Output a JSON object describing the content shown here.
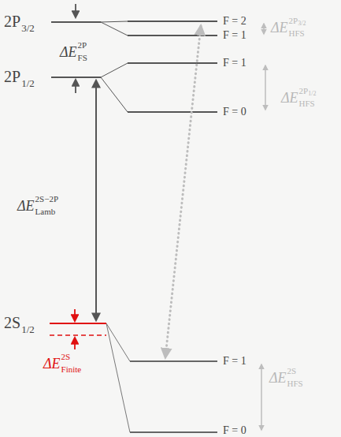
{
  "diagram": {
    "labels": [
      "2P",
      "3/2",
      "ΔE",
      "2P",
      "FS",
      "2P",
      "1/2",
      "F = 2",
      "F = 1",
      "F = 1",
      "F = 0",
      "ΔE",
      "2P",
      "3/2",
      "HFS",
      "ΔE",
      "2P",
      "1/2",
      "HFS",
      "ΔE",
      "2S−2P",
      "Lamb",
      "2S",
      "1/2",
      "ΔE",
      "2S",
      "Finite",
      "F = 1",
      "F = 0",
      "ΔE",
      "2S",
      "HFS"
    ]
  }
}
